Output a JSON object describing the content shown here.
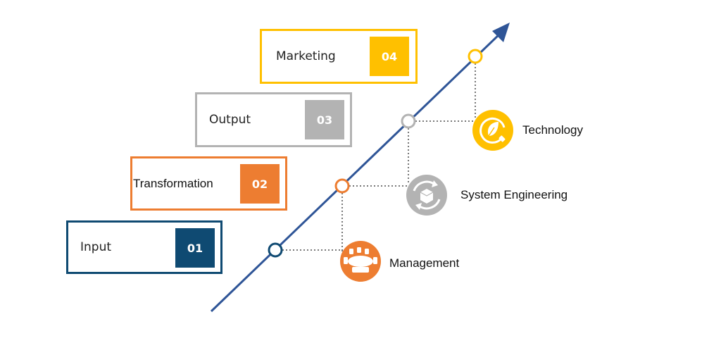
{
  "steps": [
    {
      "label": "Input",
      "number": "01",
      "color": "#0f4a72"
    },
    {
      "label": "Transformation",
      "number": "02",
      "color": "#ed7d31"
    },
    {
      "label": "Output",
      "number": "03",
      "color": "#b3b3b3"
    },
    {
      "label": "Marketing",
      "number": "04",
      "color": "#ffc000"
    }
  ],
  "categories": [
    {
      "label": "Management",
      "icon": "conference-table-icon",
      "color": "#ed7d31"
    },
    {
      "label": "System Engineering",
      "icon": "recycle-box-icon",
      "color": "#b3b3b3"
    },
    {
      "label": "Technology",
      "icon": "eco-plug-icon",
      "color": "#ffc000"
    }
  ],
  "axis_color": "#2f5597"
}
